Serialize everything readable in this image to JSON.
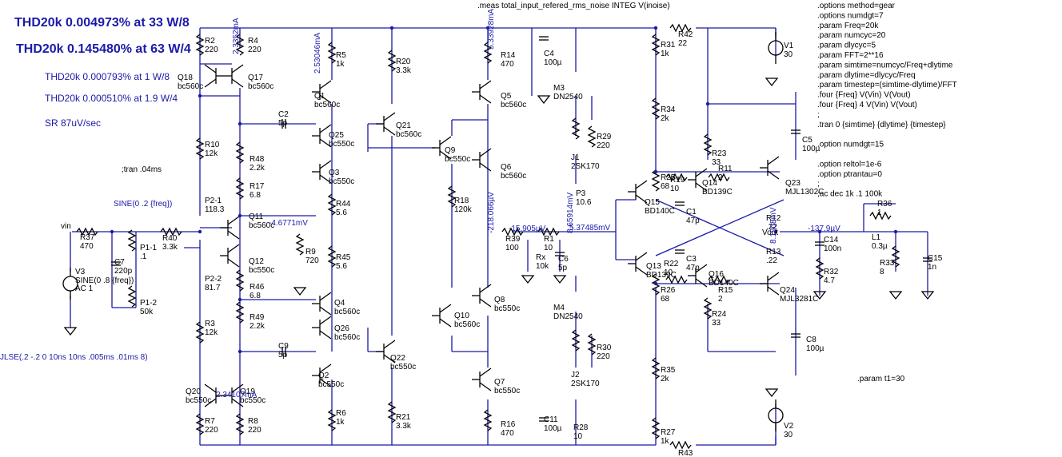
{
  "annotations": {
    "thd1": "THD20k 0.004973% at 33 W/8",
    "thd2": "THD20k  0.145480% at 63 W/4",
    "thd3": "THD20k 0.000793% at 1 W/8",
    "thd4": "THD20k 0.000510% at 1.9 W/4",
    "sr": "SR 87uV/sec",
    "tran": ";tran .04ms",
    "sine_src": "SINE(0 .2 {freq})",
    "pulse_src": "JLSE(.2 -.2 0 10ns 10ns .005ms .01ms 8)",
    "meas": ".meas total_input_refered_rms_noise INTEG V(inoise)",
    "param_t1": ".param t1=30"
  },
  "spice_directives": [
    ".options method=gear",
    ".options numdgt=7",
    ".param Freq=20k",
    ".param numcyc=20",
    ".param dlycyc=5",
    ".param FFT=2**16",
    ".param simtime=numcyc/Freq+dlytime",
    ".param dlytime=dlycyc/Freq",
    ".param timestep=(simtime-dlytime)/FFT",
    ".four {Freq} V(Vin) V(Vout)",
    ".four {Freq} 4 V(Vin) V(Vout)",
    ";",
    ".tran 0 {simtime} {dlytime} {timestep}",
    "",
    ".option numdgt=15",
    "",
    ".option reltol=1e-6",
    ".option ptrantau=0",
    ";",
    ";ac dec 1k .1 100k"
  ],
  "probes": {
    "i_q17": "2.3352mA",
    "i_q1": "2.53046mA",
    "i_q5": "5.33928mA",
    "v_q11": "-4.6771mV",
    "v_q10": "-218.066µV",
    "v_r39": "-15.905µV",
    "v_j1": "8.65914mV",
    "v_r1": "5.37485mV",
    "v_out": "-137.9µV",
    "v_r12": "8.1908mV",
    "i_q19": "2.34107mA"
  },
  "nets": {
    "vin": "vin",
    "vout": "Vout"
  },
  "components": [
    {
      "ref": "R2",
      "value": "220"
    },
    {
      "ref": "R4",
      "value": "220"
    },
    {
      "ref": "Q18",
      "value": "bc560c"
    },
    {
      "ref": "Q17",
      "value": "bc560c"
    },
    {
      "ref": "R10",
      "value": "12k"
    },
    {
      "ref": "P2-1",
      "value": "118.3"
    },
    {
      "ref": "P2-2",
      "value": "81.7"
    },
    {
      "ref": "R3",
      "value": "12k"
    },
    {
      "ref": "Q20",
      "value": "bc550c"
    },
    {
      "ref": "Q19",
      "value": "bc550c"
    },
    {
      "ref": "R7",
      "value": "220"
    },
    {
      "ref": "R8",
      "value": "220"
    },
    {
      "ref": "R37",
      "value": "470"
    },
    {
      "ref": "C7",
      "value": "220p"
    },
    {
      "ref": "V3",
      "value": "SINE(0 .8 {freq})"
    },
    {
      "ref": "V3_ac",
      "value": "AC 1"
    },
    {
      "ref": "P1-1",
      "value": ".1"
    },
    {
      "ref": "P1-2",
      "value": "50k"
    },
    {
      "ref": "R40",
      "value": "3.3k"
    },
    {
      "ref": "R5",
      "value": "1k"
    },
    {
      "ref": "Q1",
      "value": "bc560c"
    },
    {
      "ref": "C2",
      "value": "5p"
    },
    {
      "ref": "Q25",
      "value": "bc550c"
    },
    {
      "ref": "R48",
      "value": "2.2k"
    },
    {
      "ref": "Q3",
      "value": "bc550c"
    },
    {
      "ref": "R17",
      "value": "6.8"
    },
    {
      "ref": "R44",
      "value": "5.6"
    },
    {
      "ref": "Q11",
      "value": "bc560c"
    },
    {
      "ref": "R9",
      "value": "720"
    },
    {
      "ref": "Q12",
      "value": "bc550c"
    },
    {
      "ref": "R45",
      "value": "5.6"
    },
    {
      "ref": "R46",
      "value": "6.8"
    },
    {
      "ref": "Q4",
      "value": "bc560c"
    },
    {
      "ref": "R49",
      "value": "2.2k"
    },
    {
      "ref": "Q26",
      "value": "bc560c"
    },
    {
      "ref": "C9",
      "value": "5p"
    },
    {
      "ref": "Q2",
      "value": "bc550c"
    },
    {
      "ref": "R6",
      "value": "1k"
    },
    {
      "ref": "R20",
      "value": "3.3k"
    },
    {
      "ref": "Q21",
      "value": "bc560c"
    },
    {
      "ref": "Q22",
      "value": "bc550c"
    },
    {
      "ref": "R21",
      "value": "3.3k"
    },
    {
      "ref": "R14",
      "value": "470"
    },
    {
      "ref": "Q5",
      "value": "bc560c"
    },
    {
      "ref": "Q9",
      "value": "bc550c"
    },
    {
      "ref": "Q6",
      "value": "bc560c"
    },
    {
      "ref": "R18",
      "value": "120k"
    },
    {
      "ref": "Q8",
      "value": "bc550c"
    },
    {
      "ref": "Q10",
      "value": "bc560c"
    },
    {
      "ref": "Q7",
      "value": "bc550c"
    },
    {
      "ref": "R16",
      "value": "470"
    },
    {
      "ref": "C4",
      "value": "100µ"
    },
    {
      "ref": "M3",
      "value": "DN2540"
    },
    {
      "ref": "R29",
      "value": "220"
    },
    {
      "ref": "J1",
      "value": "2SK170"
    },
    {
      "ref": "P3",
      "value": "10.6"
    },
    {
      "ref": "R39",
      "value": "100"
    },
    {
      "ref": "R1",
      "value": "10"
    },
    {
      "ref": "Rx",
      "value": "10k"
    },
    {
      "ref": "C6",
      "value": "5p"
    },
    {
      "ref": "M4",
      "value": "DN2540"
    },
    {
      "ref": "R30",
      "value": "220"
    },
    {
      "ref": "J2",
      "value": "2SK170"
    },
    {
      "ref": "C11",
      "value": "100µ"
    },
    {
      "ref": "R28",
      "value": "10"
    },
    {
      "ref": "R42",
      "value": "22"
    },
    {
      "ref": "R31",
      "value": "1k"
    },
    {
      "ref": "V1",
      "value": "30"
    },
    {
      "ref": "R34",
      "value": "2k"
    },
    {
      "ref": "R23",
      "value": "33"
    },
    {
      "ref": "R25",
      "value": "68"
    },
    {
      "ref": "R19",
      "value": "10"
    },
    {
      "ref": "R11",
      "value": "2"
    },
    {
      "ref": "Q14",
      "value": "BD139C"
    },
    {
      "ref": "Q15",
      "value": "BD140C"
    },
    {
      "ref": "C1",
      "value": "47p"
    },
    {
      "ref": "Q23",
      "value": "MJL1302C"
    },
    {
      "ref": "C5",
      "value": "100µ"
    },
    {
      "ref": "R12",
      "value": ".22"
    },
    {
      "ref": "R13",
      "value": ".22"
    },
    {
      "ref": "C3",
      "value": "47p"
    },
    {
      "ref": "Q13",
      "value": "BD139C"
    },
    {
      "ref": "R22",
      "value": "10"
    },
    {
      "ref": "R26",
      "value": "68"
    },
    {
      "ref": "Q16",
      "value": "BD140C"
    },
    {
      "ref": "R15",
      "value": "2"
    },
    {
      "ref": "R24",
      "value": "33"
    },
    {
      "ref": "Q24",
      "value": "MJL3281C"
    },
    {
      "ref": "R35",
      "value": "2k"
    },
    {
      "ref": "C8",
      "value": "100µ"
    },
    {
      "ref": "V2",
      "value": "30"
    },
    {
      "ref": "R27",
      "value": "1k"
    },
    {
      "ref": "R43",
      "value": "22"
    },
    {
      "ref": "C14",
      "value": "100n"
    },
    {
      "ref": "R32",
      "value": "4.7"
    },
    {
      "ref": "R36",
      "value": "1"
    },
    {
      "ref": "L1",
      "value": "0.3µ"
    },
    {
      "ref": "R33",
      "value": "8"
    },
    {
      "ref": "C15",
      "value": "1n"
    }
  ],
  "colors": {
    "wire": "#1a1aa8",
    "device": "#000000",
    "annotation": "#1a1aa8"
  }
}
